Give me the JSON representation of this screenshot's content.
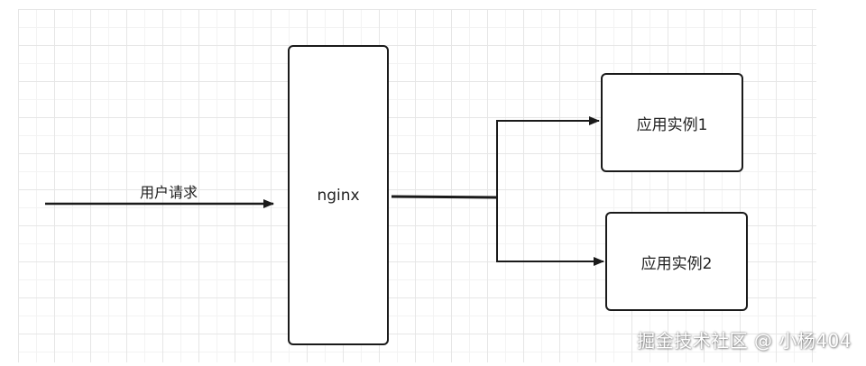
{
  "diagram": {
    "nodes": {
      "nginx": {
        "label": "nginx"
      },
      "app1": {
        "label": "应用实例1"
      },
      "app2": {
        "label": "应用实例2"
      }
    },
    "edges": {
      "request": {
        "label": "用户请求"
      }
    }
  },
  "watermark": {
    "text": "掘金技术社区 @ 小杨404"
  },
  "colors": {
    "stroke": "#1a1a1a",
    "grid": "#e6e6e6",
    "background": "#ffffff"
  }
}
